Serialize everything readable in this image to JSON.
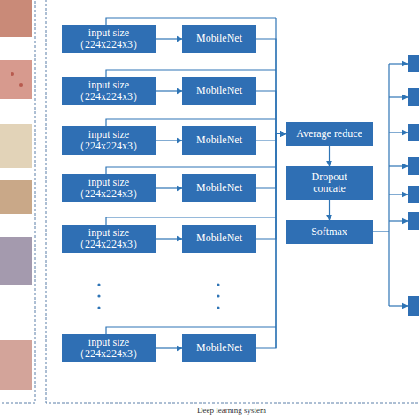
{
  "diagram": {
    "caption": "Deep learning system",
    "nodes": [
      {
        "text": [
          "input size （224x224x3）"
        ]
      },
      {
        "text": [
          "MobileNet"
        ]
      },
      {
        "text": [
          "input size （224x224x3）"
        ]
      },
      {
        "text": [
          "MobileNet"
        ]
      },
      {
        "text": [
          "input size （224x224x3）"
        ]
      },
      {
        "text": [
          "MobileNet"
        ]
      },
      {
        "text": [
          "input size （224x224x3）"
        ]
      },
      {
        "text": [
          "MobileNet"
        ]
      },
      {
        "text": [
          "input size （224x224x3）"
        ]
      },
      {
        "text": [
          "MobileNet"
        ]
      },
      {
        "text": [
          "input size （224x224x3）"
        ]
      },
      {
        "text": [
          "MobileNet"
        ]
      },
      {
        "text": [
          "Average reduce"
        ]
      },
      {
        "text": [
          "Dropout concate"
        ]
      },
      {
        "text": [
          "Softmax"
        ]
      }
    ],
    "edges": [
      {
        "from": 0,
        "to": 1,
        "arrow": "to"
      },
      {
        "from": 2,
        "to": 3,
        "arrow": "to"
      },
      {
        "from": 4,
        "to": 5,
        "arrow": "to"
      },
      {
        "from": 6,
        "to": 7,
        "arrow": "to"
      },
      {
        "from": 8,
        "to": 9,
        "arrow": "to"
      },
      {
        "from": 10,
        "to": 11,
        "arrow": "to"
      },
      {
        "from": 1,
        "to": 12,
        "arrow": "to"
      },
      {
        "from": 3,
        "to": 12,
        "arrow": "to"
      },
      {
        "from": 5,
        "to": 12,
        "arrow": "to"
      },
      {
        "from": 7,
        "to": 12,
        "arrow": "to"
      },
      {
        "from": 9,
        "to": 12,
        "arrow": "to"
      },
      {
        "from": 11,
        "to": 12,
        "arrow": "to"
      },
      {
        "from": 12,
        "to": 13,
        "arrow": "to"
      },
      {
        "from": 13,
        "to": 14,
        "arrow": "to"
      }
    ]
  }
}
